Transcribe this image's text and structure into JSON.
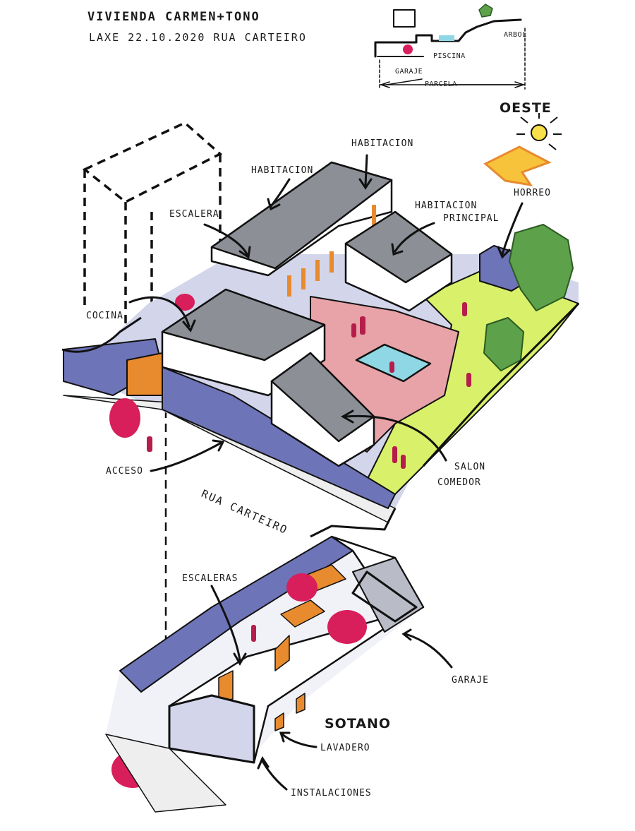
{
  "header": {
    "title": "VIVIENDA CARMEN+TONO",
    "date_line": "LAXE 22.10.2020 RUA CARTEIRO"
  },
  "section_diagram": {
    "labels": {
      "arbol": "ARBOL",
      "piscina": "PISCINA",
      "garaje": "GARAJE",
      "parcela": "PARCELA"
    }
  },
  "orientation": {
    "label": "OESTE"
  },
  "ground_floor": {
    "labels": {
      "habitacion_1": "HABITACION",
      "habitacion_2": "HABITACION",
      "habitacion_principal_line1": "HABITACION",
      "habitacion_principal_line2": "PRINCIPAL",
      "escalera": "ESCALERA",
      "horreo": "HORREO",
      "cocina": "COCINA",
      "acceso": "ACCESO",
      "street": "RUA CARTEIRO",
      "salon_line1": "SALON",
      "salon_line2": "COMEDOR"
    }
  },
  "basement": {
    "title": "SOTANO",
    "labels": {
      "escaleras": "ESCALERAS",
      "garaje": "GARAJE",
      "lavadero": "LAVADERO",
      "instalaciones": "INSTALACIONES"
    }
  },
  "colors": {
    "roof": "#8c8f96",
    "wall_stone": "#6e74b8",
    "pool": "#8fd7e4",
    "terrace": "#e8a3a8",
    "grass": "#d9f06a",
    "tree": "#5da24a",
    "orange": "#e88a2e",
    "car": "#d81e5b",
    "sun_pad": "#f7c33a"
  }
}
